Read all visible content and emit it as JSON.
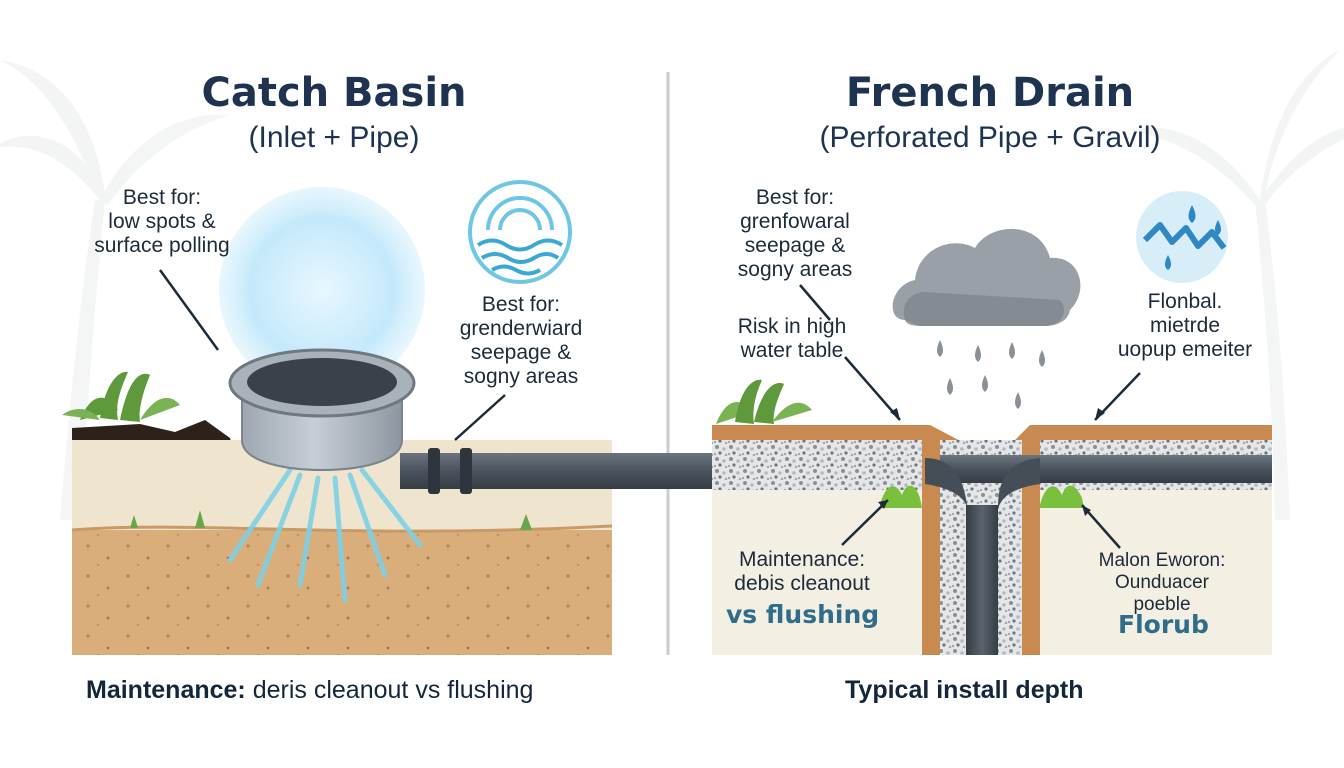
{
  "left": {
    "title": "Catch Basin",
    "subtitle": "(Inlet + Pipe)",
    "note_top": [
      "Best for:",
      "low spots &",
      "surface polling"
    ],
    "note_right": [
      "Best for:",
      "grenderwiard",
      "seepage &",
      "sogny areas"
    ],
    "footer_label": "Maintenance:",
    "footer_text": "deris cleanout vs flushing",
    "icon": "water-waves-icon"
  },
  "right": {
    "title": "French Drain",
    "subtitle": "(Perforated Pipe + Gravil)",
    "note_best": [
      "Best for:",
      "grenfowaral",
      "seepage &",
      "sogny areas"
    ],
    "note_risk": [
      "Risk in high",
      "water table"
    ],
    "note_flonbal": [
      "Flonbal.",
      "mietrde",
      "uopup emeiter"
    ],
    "note_maint": [
      "Maintenance:",
      "debis cleanout"
    ],
    "note_maint_emph": "vs flushing",
    "note_major": [
      "Malon Eworon:",
      "Ounduacer",
      "poeble"
    ],
    "note_major_emph": "Florub",
    "footer_text": "Typical install depth",
    "icon": "rain-drops-icon"
  },
  "colors": {
    "title": "#1d3350",
    "soil": "#d8ac78",
    "pipe": "#4d5660",
    "water": "#7fd0e6",
    "gravel": "#c9ccd0",
    "grass": "#5e9a3c",
    "cloud": "#9aa0a7"
  }
}
